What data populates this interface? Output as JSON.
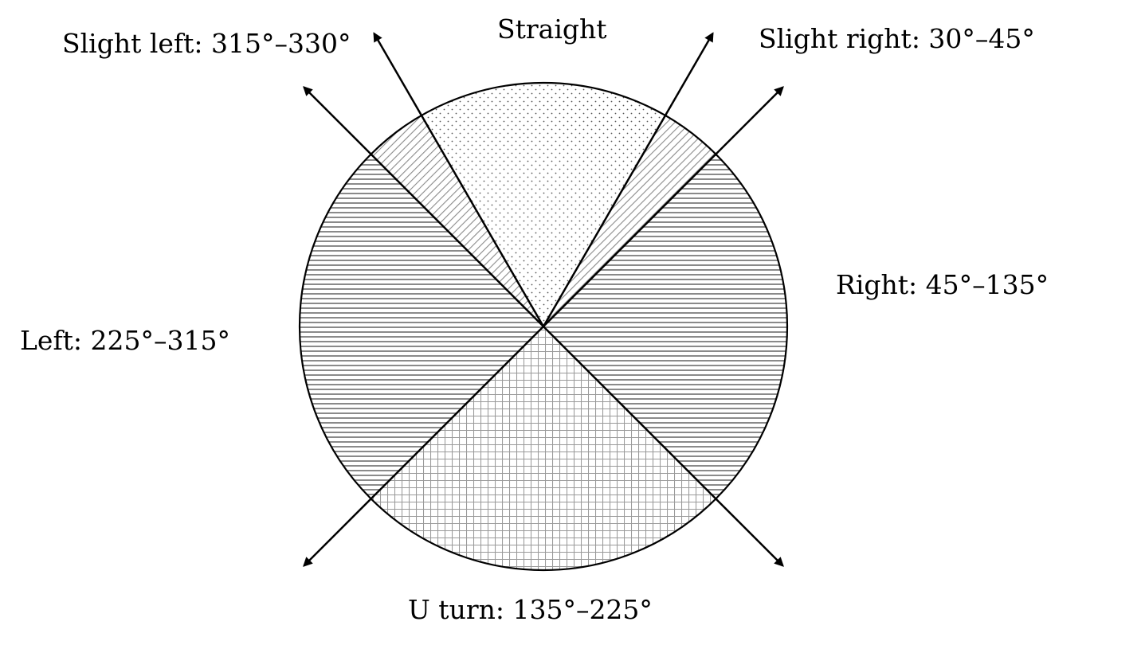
{
  "diagram": {
    "labels": {
      "straight": "Straight",
      "slight_left": "Slight left: 315°–330°",
      "slight_right": "Slight right: 30°–45°",
      "right": "Right: 45°–135°",
      "left": "Left: 225°–315°",
      "u_turn": "U turn: 135°–225°"
    },
    "sectors": [
      {
        "key": "straight",
        "from_deg": 330,
        "to_deg": 390,
        "fill": "dots"
      },
      {
        "key": "slight_right",
        "from_deg": 30,
        "to_deg": 45,
        "fill": "diagonal-hatch"
      },
      {
        "key": "right",
        "from_deg": 45,
        "to_deg": 135,
        "fill": "horizontal-lines"
      },
      {
        "key": "u_turn",
        "from_deg": 135,
        "to_deg": 225,
        "fill": "grid"
      },
      {
        "key": "left",
        "from_deg": 225,
        "to_deg": 315,
        "fill": "horizontal-lines"
      },
      {
        "key": "slight_left",
        "from_deg": 315,
        "to_deg": 330,
        "fill": "diagonal-hatch"
      }
    ],
    "boundary_rays_deg": [
      330,
      30,
      45,
      135,
      225,
      315
    ],
    "colors": {
      "stroke": "#000000",
      "pattern": "#8a8a8a",
      "background": "#ffffff"
    }
  }
}
